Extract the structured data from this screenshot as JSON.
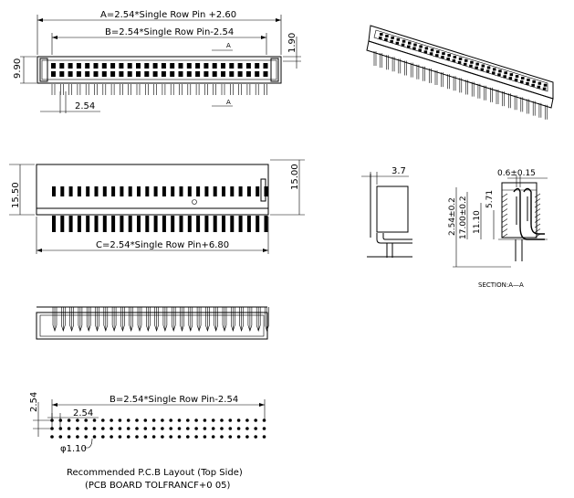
{
  "top_view": {
    "dim_a": "A=2.54*Single Row Pin +2.60",
    "dim_b": "B=2.54*Single Row Pin-2.54",
    "height": "9.90",
    "offset": "1.90",
    "pitch": "2.54",
    "section_mark": "A"
  },
  "front_view": {
    "height_left": "15.50",
    "height_right": "15.00",
    "dim_c": "C=2.54*Single Row Pin+6.80"
  },
  "side_view": {
    "width": "3.7"
  },
  "section_view": {
    "dim_top": "0.6±0.15",
    "dim_1": "2.54±0.2",
    "dim_2": "17.00±0.2",
    "dim_3": "11.10",
    "dim_4": "5.71",
    "caption": "SECTION:A—A"
  },
  "pcb_layout": {
    "dim_b": "B=2.54*Single Row Pin-2.54",
    "pitch": "2.54",
    "row_pitch": "2.54",
    "hole": "φ1.10",
    "caption_1": "Recommended P.C.B Layout (Top Side)",
    "caption_2": "(PCB BOARD TOLFRANCF+0 05)"
  }
}
